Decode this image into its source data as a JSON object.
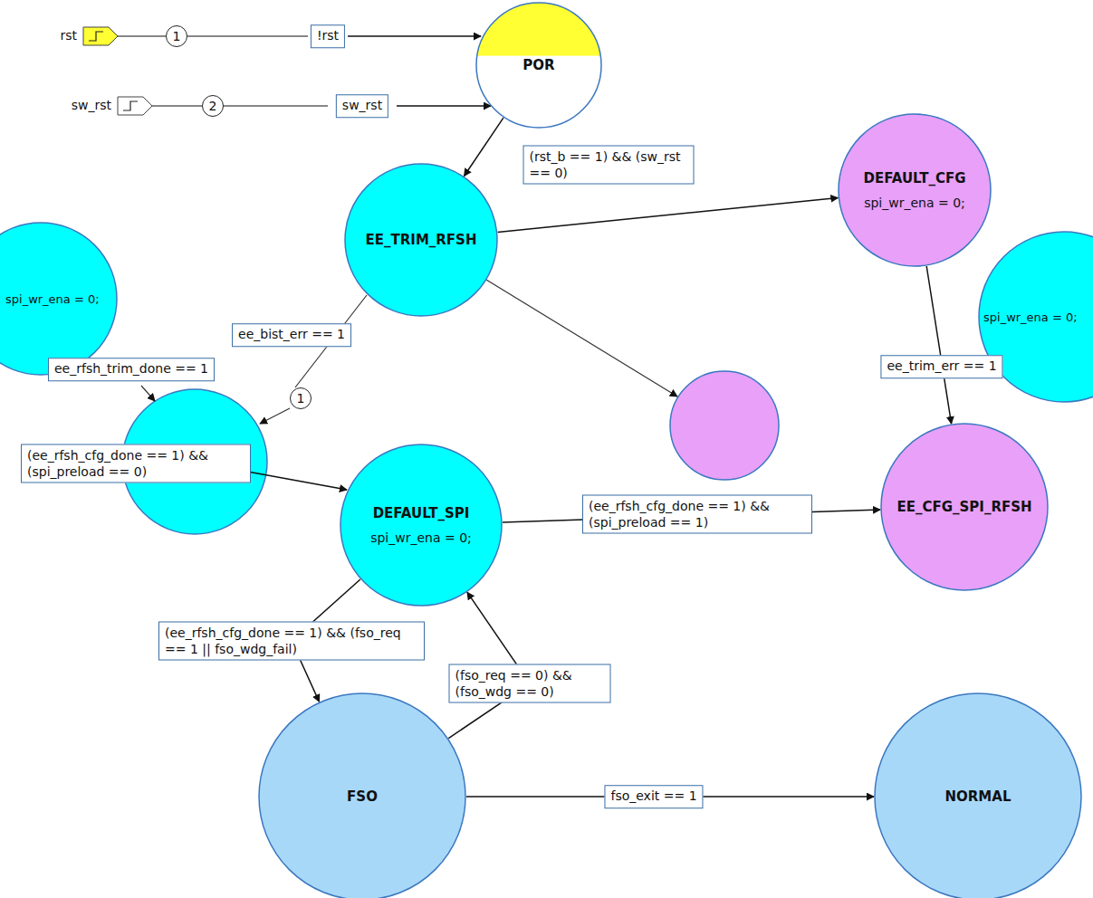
{
  "diagram": {
    "nodes": [
      {
        "text": [
          "POR"
        ]
      },
      {
        "text": [
          "EE_TRIM_RFSH"
        ]
      },
      {
        "text": [
          "DEFAULT_CFG",
          "spi_wr_ena = 0;"
        ]
      },
      {
        "text": [
          "spi_wr_ena = 0;"
        ]
      },
      {
        "text": [
          "spi_wr_ena = 0;"
        ]
      },
      {
        "text": [
          "DEFAULT_SPI",
          "spi_wr_ena = 0;"
        ]
      },
      {
        "text": [
          "EE_CFG_SPI_RFSH"
        ]
      },
      {
        "text": [
          "FSO"
        ]
      },
      {
        "text": [
          "NORMAL"
        ]
      }
    ],
    "edges": [
      {
        "from": 0,
        "to": 1,
        "arrow": "to",
        "label": "(rst_b == 1) && (sw_rst == 0)"
      },
      {
        "from": 1,
        "to": 2,
        "arrow": "to"
      },
      {
        "from": 2,
        "to": 6,
        "arrow": "to",
        "label": "ee_trim_err == 1"
      },
      {
        "from": 5,
        "to": 6,
        "arrow": "to",
        "label": "(ee_rfsh_cfg_done == 1) && (spi_preload == 1)"
      },
      {
        "from": 5,
        "to": 7,
        "arrow": "to",
        "label": "(ee_rfsh_cfg_done == 1) && (fso_req == 1 || fso_wdg_fail)"
      },
      {
        "from": 7,
        "to": 5,
        "arrow": "to",
        "label": "(fso_req == 0) && (fso_wdg == 0)"
      },
      {
        "from": 7,
        "to": 8,
        "arrow": "to",
        "label": "fso_exit == 1"
      }
    ],
    "labels": [
      "rst",
      "1",
      "!rst",
      "sw_rst",
      "2",
      "sw_rst",
      "ee_bist_err == 1",
      "1",
      "ee_rfsh_trim_done == 1",
      "(ee_rfsh_cfg_done == 1) && (spi_preload == 0)"
    ]
  }
}
